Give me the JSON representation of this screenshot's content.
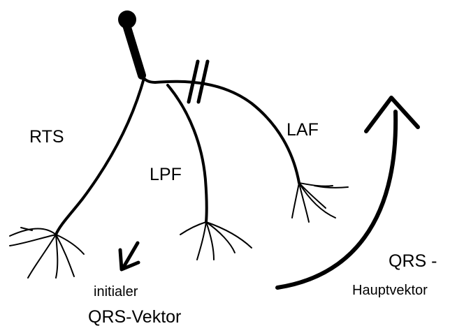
{
  "labels": {
    "rts": "RTS",
    "lpf": "LPF",
    "laf": "LAF",
    "initial_vector_line1": "initialer",
    "initial_vector_line2": "QRS-Vektor",
    "main_vector_line1": "QRS -",
    "main_vector_line2": "Hauptvektor"
  },
  "colors": {
    "ink": "#000000",
    "background": "#ffffff"
  },
  "icons": {
    "block_marker": "double-slash-block-icon",
    "initial_arrow": "arrow-down-left-icon",
    "main_arrow": "curved-arrow-up-icon"
  }
}
